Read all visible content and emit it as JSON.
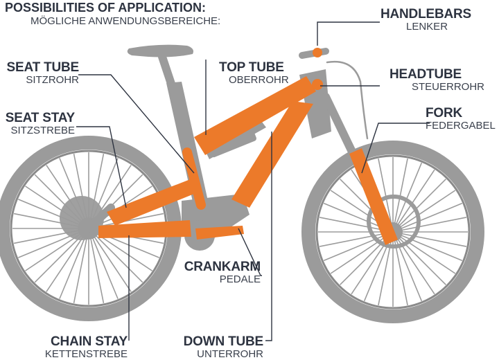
{
  "title": {
    "main": "POSSIBILITIES OF APPLICATION:",
    "sub": "MÖGLICHE ANWENDUNGSBEREICHE:"
  },
  "labels": {
    "handlebars": {
      "en": "HANDLEBARS",
      "de": "LENKER"
    },
    "seat_tube": {
      "en": "SEAT TUBE",
      "de": "SITZROHR"
    },
    "top_tube": {
      "en": "TOP TUBE",
      "de": "OBERROHR"
    },
    "headtube": {
      "en": "HEADTUBE",
      "de": "STEUERROHR"
    },
    "seat_stay": {
      "en": "SEAT STAY",
      "de": "SITZSTREBE"
    },
    "fork": {
      "en": "FORK",
      "de": "FEDERGABEL"
    },
    "crankarm": {
      "en": "CRANKARM",
      "de": "PEDALE"
    },
    "chain_stay": {
      "en": "CHAIN STAY",
      "de": "KETTENSTREBE"
    },
    "down_tube": {
      "en": "DOWN TUBE",
      "de": "UNTERROHR"
    }
  },
  "colors": {
    "highlight": "#ec7a2a",
    "bike_gray": "#9b9b9b",
    "text": "#2d3340"
  }
}
